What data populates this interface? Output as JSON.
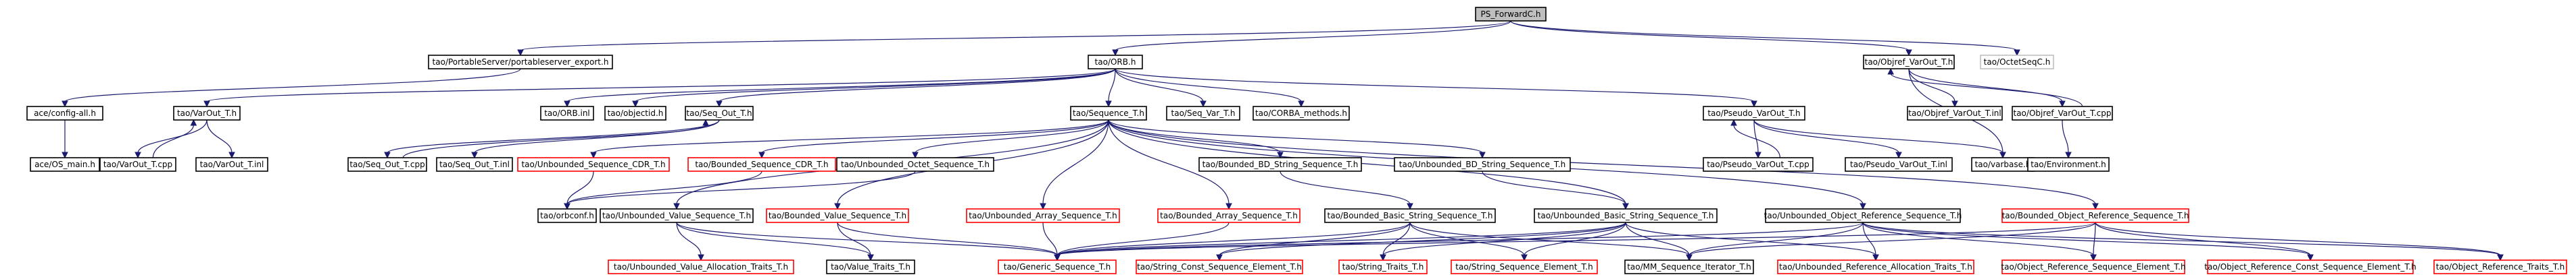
{
  "title": "PS_ForwardC.h",
  "nodes": {
    "ps_forward": {
      "label": "PS_ForwardC.h"
    },
    "portable_export": {
      "label": "tao/PortableServer/portableserver_export.h"
    },
    "orb": {
      "label": "tao/ORB.h"
    },
    "objref_varout": {
      "label": "tao/Objref_VarOut_T.h"
    },
    "octetseq": {
      "label": "tao/OctetSeqC.h"
    },
    "config_all": {
      "label": "ace/config-all.h"
    },
    "os_main": {
      "label": "ace/OS_main.h"
    },
    "varout": {
      "label": "tao/VarOut_T.h"
    },
    "varout_cpp": {
      "label": "tao/VarOut_T.cpp"
    },
    "varout_inl": {
      "label": "tao/VarOut_T.inl"
    },
    "orb_inl": {
      "label": "tao/ORB.inl"
    },
    "objectid": {
      "label": "tao/objectid.h"
    },
    "seq_out": {
      "label": "tao/Seq_Out_T.h"
    },
    "seq_out_cpp": {
      "label": "tao/Seq_Out_T.cpp"
    },
    "seq_out_inl": {
      "label": "tao/Seq_Out_T.inl"
    },
    "sequence_t": {
      "label": "tao/Sequence_T.h"
    },
    "seq_var": {
      "label": "tao/Seq_Var_T.h"
    },
    "corba_methods": {
      "label": "tao/CORBA_methods.h"
    },
    "pseudo_varout": {
      "label": "tao/Pseudo_VarOut_T.h"
    },
    "pseudo_varout_cpp": {
      "label": "tao/Pseudo_VarOut_T.cpp"
    },
    "pseudo_varout_inl": {
      "label": "tao/Pseudo_VarOut_T.inl"
    },
    "varbase": {
      "label": "tao/varbase.h"
    },
    "objref_varout_inl": {
      "label": "tao/Objref_VarOut_T.inl"
    },
    "objref_varout_cpp": {
      "label": "tao/Objref_VarOut_T.cpp"
    },
    "environment": {
      "label": "tao/Environment.h"
    },
    "unb_seq_cdr": {
      "label": "tao/Unbounded_Sequence_CDR_T.h"
    },
    "bnd_seq_cdr": {
      "label": "tao/Bounded_Sequence_CDR_T.h"
    },
    "unb_octet": {
      "label": "tao/Unbounded_Octet_Sequence_T.h"
    },
    "bnd_bd_string": {
      "label": "tao/Bounded_BD_String_Sequence_T.h"
    },
    "unb_bd_string": {
      "label": "tao/Unbounded_BD_String_Sequence_T.h"
    },
    "orbconf": {
      "label": "tao/orbconf.h"
    },
    "unb_value": {
      "label": "tao/Unbounded_Value_Sequence_T.h"
    },
    "bnd_value": {
      "label": "tao/Bounded_Value_Sequence_T.h"
    },
    "unb_array": {
      "label": "tao/Unbounded_Array_Sequence_T.h"
    },
    "bnd_array": {
      "label": "tao/Bounded_Array_Sequence_T.h"
    },
    "bnd_basic_string": {
      "label": "tao/Bounded_Basic_String_Sequence_T.h"
    },
    "unb_basic_string": {
      "label": "tao/Unbounded_Basic_String_Sequence_T.h"
    },
    "unb_objref": {
      "label": "tao/Unbounded_Object_Reference_Sequence_T.h"
    },
    "bnd_objref": {
      "label": "tao/Bounded_Object_Reference_Sequence_T.h"
    },
    "unb_value_alloc": {
      "label": "tao/Unbounded_Value_Allocation_Traits_T.h"
    },
    "value_traits": {
      "label": "tao/Value_Traits_T.h"
    },
    "generic_seq": {
      "label": "tao/Generic_Sequence_T.h"
    },
    "string_const_elem": {
      "label": "tao/String_Const_Sequence_Element_T.h"
    },
    "string_traits": {
      "label": "tao/String_Traits_T.h"
    },
    "string_seq_elem": {
      "label": "tao/String_Sequence_Element_T.h"
    },
    "mm_iter": {
      "label": "tao/MM_Sequence_Iterator_T.h"
    },
    "unb_ref_alloc": {
      "label": "tao/Unbounded_Reference_Allocation_Traits_T.h"
    },
    "objref_seq_elem": {
      "label": "tao/Object_Reference_Sequence_Element_T.h"
    },
    "objref_const_elem": {
      "label": "tao/Object_Reference_Const_Sequence_Element_T.h"
    },
    "objref_traits": {
      "label": "tao/Object_Reference_Traits_T.h"
    }
  },
  "colors": {
    "edge": "#191970",
    "documented_border": "#000000",
    "undocumented_border": "#ff0000",
    "external_border": "#bfbfbf",
    "root_fill": "#bfbfbf"
  },
  "edges": [
    [
      "ps_forward",
      "portable_export"
    ],
    [
      "ps_forward",
      "orb"
    ],
    [
      "ps_forward",
      "objref_varout"
    ],
    [
      "ps_forward",
      "octetseq"
    ],
    [
      "portable_export",
      "config_all"
    ],
    [
      "config_all",
      "os_main"
    ],
    [
      "orb",
      "varout"
    ],
    [
      "orb",
      "orb_inl"
    ],
    [
      "orb",
      "objectid"
    ],
    [
      "orb",
      "seq_out"
    ],
    [
      "orb",
      "sequence_t"
    ],
    [
      "orb",
      "seq_var"
    ],
    [
      "orb",
      "corba_methods"
    ],
    [
      "orb",
      "pseudo_varout"
    ],
    [
      "varout",
      "varout_cpp"
    ],
    [
      "varout",
      "varout_inl"
    ],
    [
      "varout_cpp",
      "varout"
    ],
    [
      "seq_out",
      "seq_out_cpp"
    ],
    [
      "seq_out",
      "seq_out_inl"
    ],
    [
      "seq_out_cpp",
      "seq_out"
    ],
    [
      "objref_varout",
      "objref_varout_inl"
    ],
    [
      "objref_varout",
      "objref_varout_cpp"
    ],
    [
      "objref_varout",
      "varbase"
    ],
    [
      "objref_varout_cpp",
      "objref_varout"
    ],
    [
      "objref_varout_cpp",
      "environment"
    ],
    [
      "pseudo_varout",
      "pseudo_varout_cpp"
    ],
    [
      "pseudo_varout",
      "pseudo_varout_inl"
    ],
    [
      "pseudo_varout",
      "varbase"
    ],
    [
      "pseudo_varout_cpp",
      "pseudo_varout"
    ],
    [
      "sequence_t",
      "unb_seq_cdr"
    ],
    [
      "sequence_t",
      "bnd_seq_cdr"
    ],
    [
      "sequence_t",
      "unb_octet"
    ],
    [
      "sequence_t",
      "bnd_bd_string"
    ],
    [
      "sequence_t",
      "unb_bd_string"
    ],
    [
      "sequence_t",
      "unb_value"
    ],
    [
      "sequence_t",
      "bnd_value"
    ],
    [
      "sequence_t",
      "unb_array"
    ],
    [
      "sequence_t",
      "bnd_array"
    ],
    [
      "sequence_t",
      "unb_basic_string"
    ],
    [
      "sequence_t",
      "unb_objref"
    ],
    [
      "sequence_t",
      "bnd_objref"
    ],
    [
      "unb_seq_cdr",
      "orbconf"
    ],
    [
      "bnd_seq_cdr",
      "orbconf"
    ],
    [
      "unb_octet",
      "orbconf"
    ],
    [
      "bnd_bd_string",
      "bnd_basic_string"
    ],
    [
      "unb_bd_string",
      "unb_basic_string"
    ],
    [
      "unb_value",
      "unb_value_alloc"
    ],
    [
      "unb_value",
      "value_traits"
    ],
    [
      "unb_value",
      "generic_seq"
    ],
    [
      "bnd_value",
      "generic_seq"
    ],
    [
      "bnd_value",
      "value_traits"
    ],
    [
      "unb_array",
      "generic_seq"
    ],
    [
      "bnd_array",
      "generic_seq"
    ],
    [
      "bnd_basic_string",
      "generic_seq"
    ],
    [
      "bnd_basic_string",
      "string_const_elem"
    ],
    [
      "bnd_basic_string",
      "string_traits"
    ],
    [
      "bnd_basic_string",
      "string_seq_elem"
    ],
    [
      "bnd_basic_string",
      "mm_iter"
    ],
    [
      "unb_basic_string",
      "generic_seq"
    ],
    [
      "unb_basic_string",
      "string_const_elem"
    ],
    [
      "unb_basic_string",
      "string_traits"
    ],
    [
      "unb_basic_string",
      "string_seq_elem"
    ],
    [
      "unb_basic_string",
      "mm_iter"
    ],
    [
      "unb_basic_string",
      "unb_ref_alloc"
    ],
    [
      "unb_objref",
      "generic_seq"
    ],
    [
      "unb_objref",
      "mm_iter"
    ],
    [
      "unb_objref",
      "unb_ref_alloc"
    ],
    [
      "unb_objref",
      "objref_seq_elem"
    ],
    [
      "unb_objref",
      "objref_const_elem"
    ],
    [
      "unb_objref",
      "objref_traits"
    ],
    [
      "bnd_objref",
      "generic_seq"
    ],
    [
      "bnd_objref",
      "mm_iter"
    ],
    [
      "bnd_objref",
      "objref_seq_elem"
    ],
    [
      "bnd_objref",
      "objref_const_elem"
    ],
    [
      "bnd_objref",
      "objref_traits"
    ]
  ]
}
